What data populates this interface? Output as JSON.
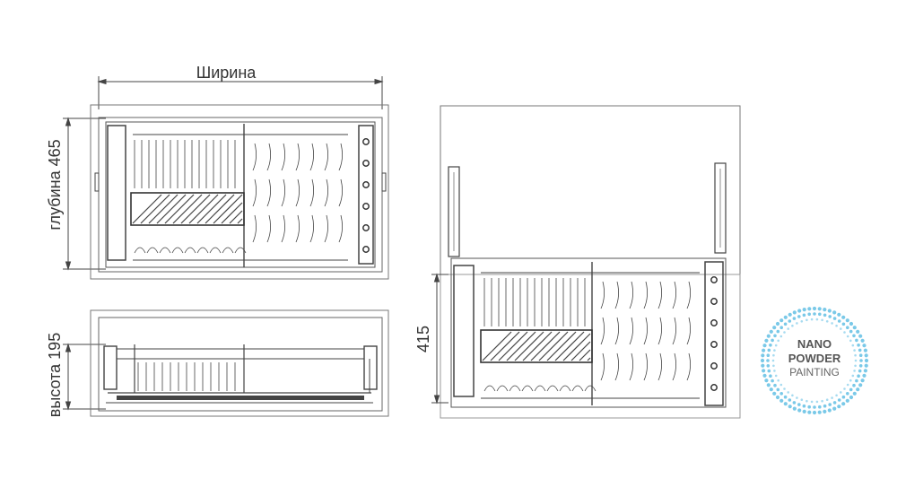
{
  "labels": {
    "width": "Ширина",
    "depth": "глубина 465",
    "height": "высота 195",
    "lift_height": "415"
  },
  "badge": {
    "line1": "NANO",
    "line2": "POWDER",
    "line3": "PAINTING",
    "dot_color": "#6cc3e6"
  },
  "colors": {
    "line": "#444444",
    "frame": "#777777",
    "dark": "#333333"
  }
}
